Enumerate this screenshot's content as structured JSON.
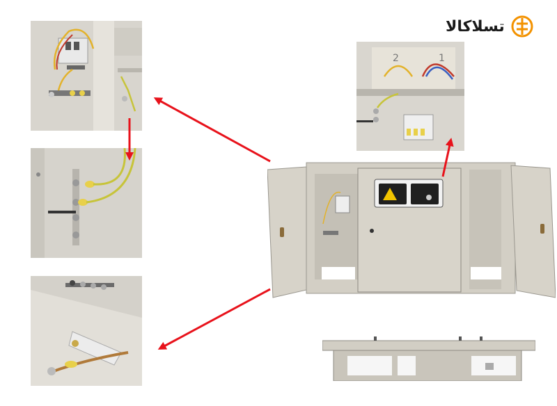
{
  "brand": {
    "name": "تسلاکالا",
    "accent_color": "#f39200"
  },
  "photos": {
    "meter_labels": [
      "2",
      "1"
    ]
  },
  "arrow_color": "#e8121b"
}
